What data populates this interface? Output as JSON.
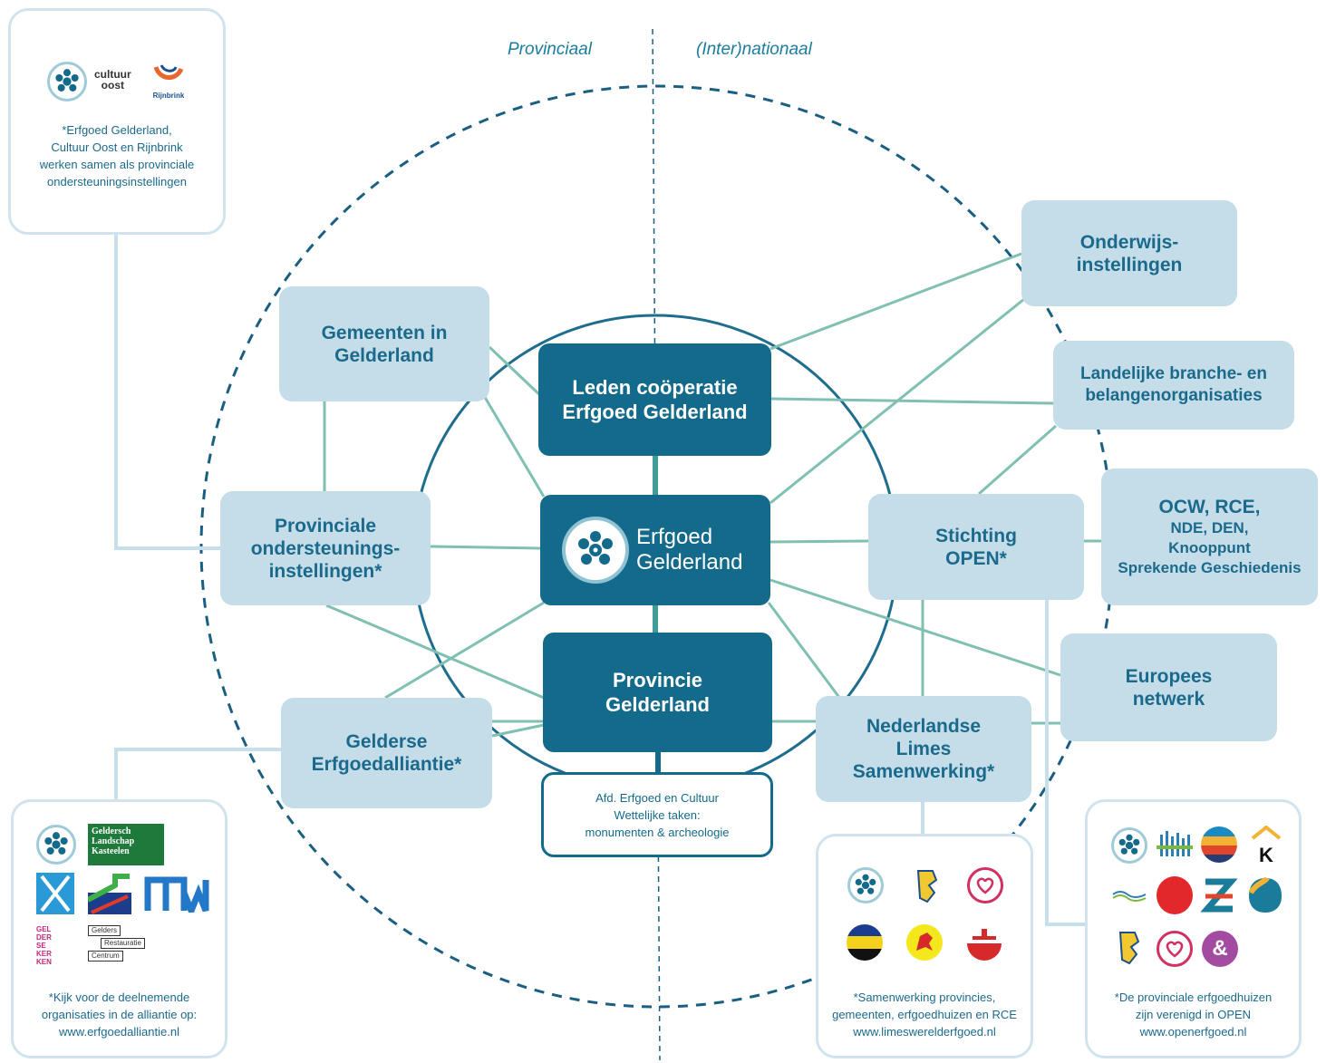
{
  "sections": {
    "left": "Provinciaal",
    "right": "(Inter)nationaal"
  },
  "center": {
    "line1": "Erfgoed",
    "line2": "Gelderland"
  },
  "nodes": {
    "leden": "Leden coöperatie\nErfgoed Gelderland",
    "provincie": "Provincie\nGelderland",
    "afd": "Afd. Erfgoed en Cultuur\nWettelijke taken:\nmonumenten & archeologie",
    "gemeenten": "Gemeenten in\nGelderland",
    "provinciale": "Provinciale\nondersteunings-\ninstellingen*",
    "alliantie": "Gelderse\nErfgoedalliantie*",
    "onderwijs": "Onderwijs-\ninstellingen",
    "landelijke": "Landelijke branche- en\nbelangenorganisaties",
    "stichting": "Stichting\nOPEN*",
    "ocw_line1": "OCW, RCE,",
    "ocw_rest": "NDE, DEN,\nKnooppunt\nSprekende Geschiedenis",
    "europees": "Europees\nnetwerk",
    "limes": "Nederlandse\nLimes\nSamenwerking*"
  },
  "panels": {
    "top_left": {
      "caption": "*Erfgoed Gelderland,\nCultuur Oost en Rijnbrink\nwerken samen als provinciale\nondersteuningsinstellingen",
      "logo_cultuur": "cultuur\noost",
      "logo_rijnbrink": "Rijnbrink"
    },
    "bottom_left": {
      "caption": "*Kijk voor de deelnemende\norganisaties in de alliantie op:\nwww.erfgoedalliantie.nl",
      "logo_glk": "Geldersch\nLandschap\nKasteelen",
      "logo_kerken": "GEL\nDER\nSE\nKER\nKEN",
      "logo_grc_1": "Gelders",
      "logo_grc_2": "Restauratie",
      "logo_grc_3": "Centrum"
    },
    "bottom_mid": {
      "caption": "*Samenwerking provincies,\ngemeenten, erfgoedhuizen en RCE\nwww.limeswerelderfgoed.nl"
    },
    "bottom_right": {
      "caption": "*De provinciale erfgoedhuizen\nzijn verenigd in OPEN\nwww.openerfgoed.nl",
      "logo_k": "K",
      "logo_amp": "&"
    }
  },
  "colors": {
    "dark": "#136a8a",
    "light": "#c5dde9",
    "text": "#1b6a8c",
    "line": "#7fc0b3",
    "dashed": "#1a5f82"
  }
}
